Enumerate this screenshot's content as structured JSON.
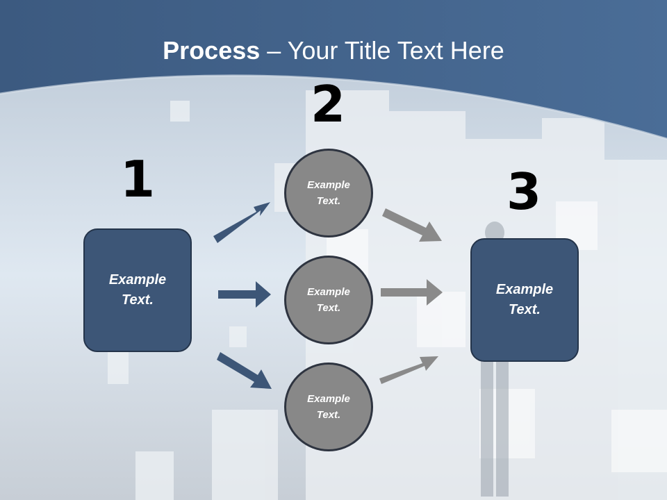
{
  "title": {
    "bold": "Process",
    "rest": " – Your Title Text Here"
  },
  "steps": [
    {
      "number": "1",
      "line1": "Example",
      "line2": "Text."
    },
    {
      "number": "2"
    },
    {
      "number": "3",
      "line1": "Example",
      "line2": "Text."
    }
  ],
  "circles": [
    {
      "line1": "Example",
      "line2": "Text."
    },
    {
      "line1": "Example",
      "line2": "Text."
    },
    {
      "line1": "Example",
      "line2": "Text."
    }
  ],
  "colors": {
    "header": "#3f5f87",
    "box_fill": "#3d5677",
    "circle_fill": "#888888",
    "arrow_blue": "#3d5677",
    "arrow_gray": "#8a8a8a"
  }
}
